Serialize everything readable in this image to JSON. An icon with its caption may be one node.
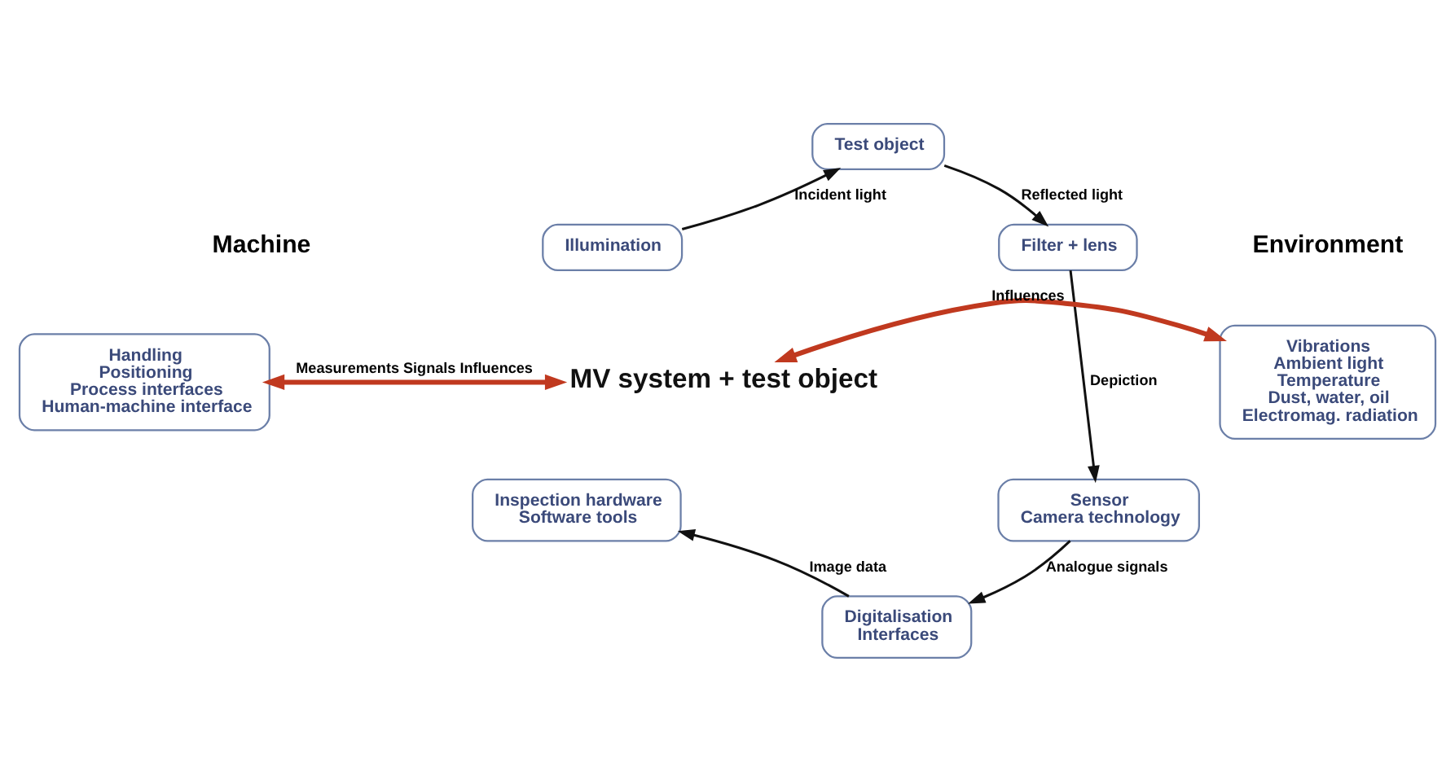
{
  "diagram": {
    "nodes": [
      {
        "text": [
          "Test object"
        ]
      },
      {
        "text": [
          "Illumination"
        ]
      },
      {
        "text": [
          "Filter + lens"
        ]
      },
      {
        "text": [
          "MV system + test object"
        ]
      },
      {
        "text": [
          "Handling",
          "Positioning",
          "Process interfaces",
          "Human-machine interface"
        ]
      },
      {
        "text": [
          "Inspection hardware",
          "Software tools"
        ]
      },
      {
        "text": [
          "Sensor",
          "Camera technology"
        ]
      },
      {
        "text": [
          "Vibrations",
          "Ambient light",
          "Temperature",
          "Dust, water, oil",
          "Electromag. radiation"
        ]
      },
      {
        "text": [
          "Digitalisation",
          "Interfaces"
        ]
      }
    ],
    "edges": [
      {
        "from": 1,
        "to": 0,
        "arrow": "to",
        "label": "Incident light"
      },
      {
        "from": 0,
        "to": 2,
        "arrow": "to",
        "label": "Reflected light"
      },
      {
        "from": 2,
        "to": 6,
        "arrow": "to",
        "label": "Depiction"
      },
      {
        "from": 6,
        "to": 8,
        "arrow": "to",
        "label": "Analogue signals"
      },
      {
        "from": 8,
        "to": 5,
        "arrow": "to",
        "label": "Image data"
      },
      {
        "from": 4,
        "to": 3,
        "arrow": "both",
        "label": "Measurements Signals Influences",
        "style": "thick",
        "color": "#c0391f"
      },
      {
        "from": 3,
        "to": 7,
        "arrow": "both",
        "label": "Influences",
        "style": "thick",
        "color": "#c0391f"
      }
    ],
    "labels": [
      "Machine",
      "Environment"
    ]
  }
}
